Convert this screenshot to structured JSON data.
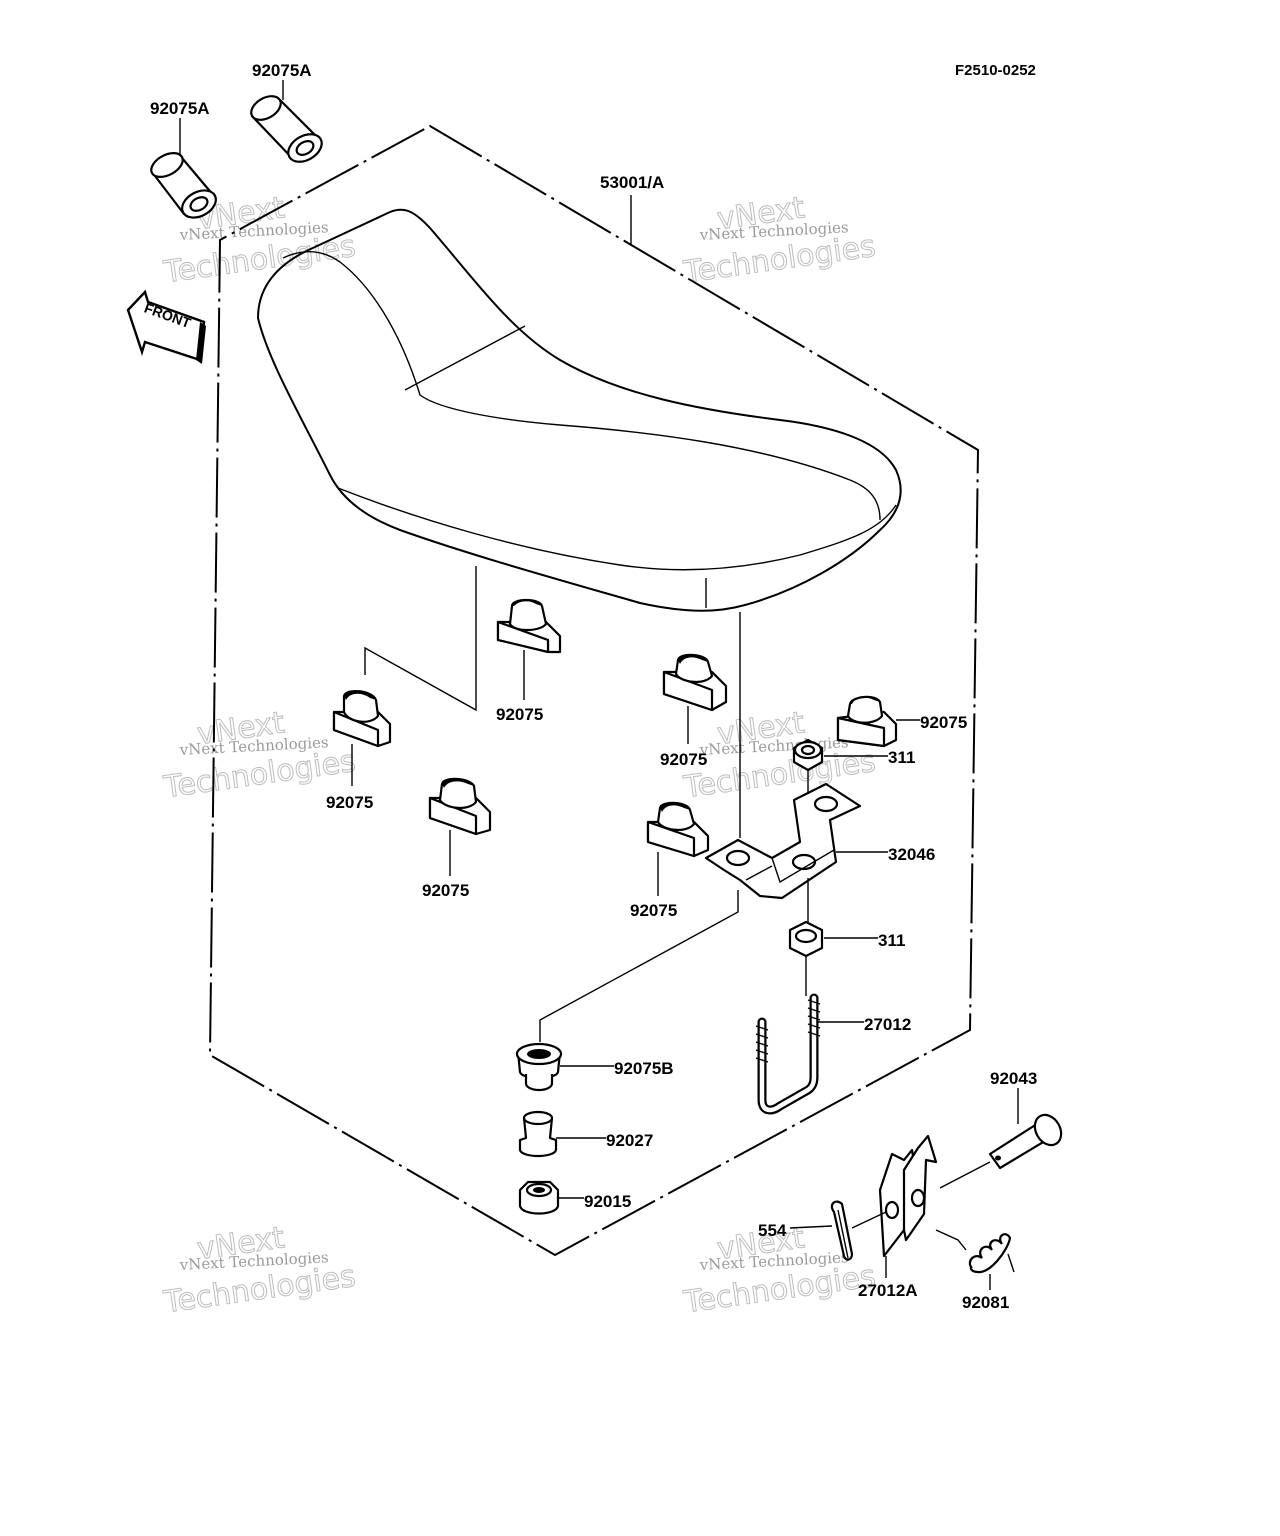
{
  "figure_ref": "F2510-0252",
  "front_label": "FRONT",
  "watermark_lines": [
    "vNext Technologies",
    "vNext",
    "Technologies"
  ],
  "labels": {
    "seat": "53001/A",
    "collar_1": "92075A",
    "collar_2": "92075A",
    "damper_1": "92075",
    "damper_2": "92075",
    "damper_3": "92075",
    "damper_4": "92075",
    "damper_5": "92075",
    "damper_6": "92075",
    "nut_top": "311",
    "bracket": "32046",
    "nut_bottom": "311",
    "u_bolt": "27012",
    "damper_b": "92075B",
    "collar": "92027",
    "nut_flange": "92015",
    "pin": "92043",
    "cotter_pin": "554",
    "hook": "27012A",
    "spring": "92081"
  }
}
